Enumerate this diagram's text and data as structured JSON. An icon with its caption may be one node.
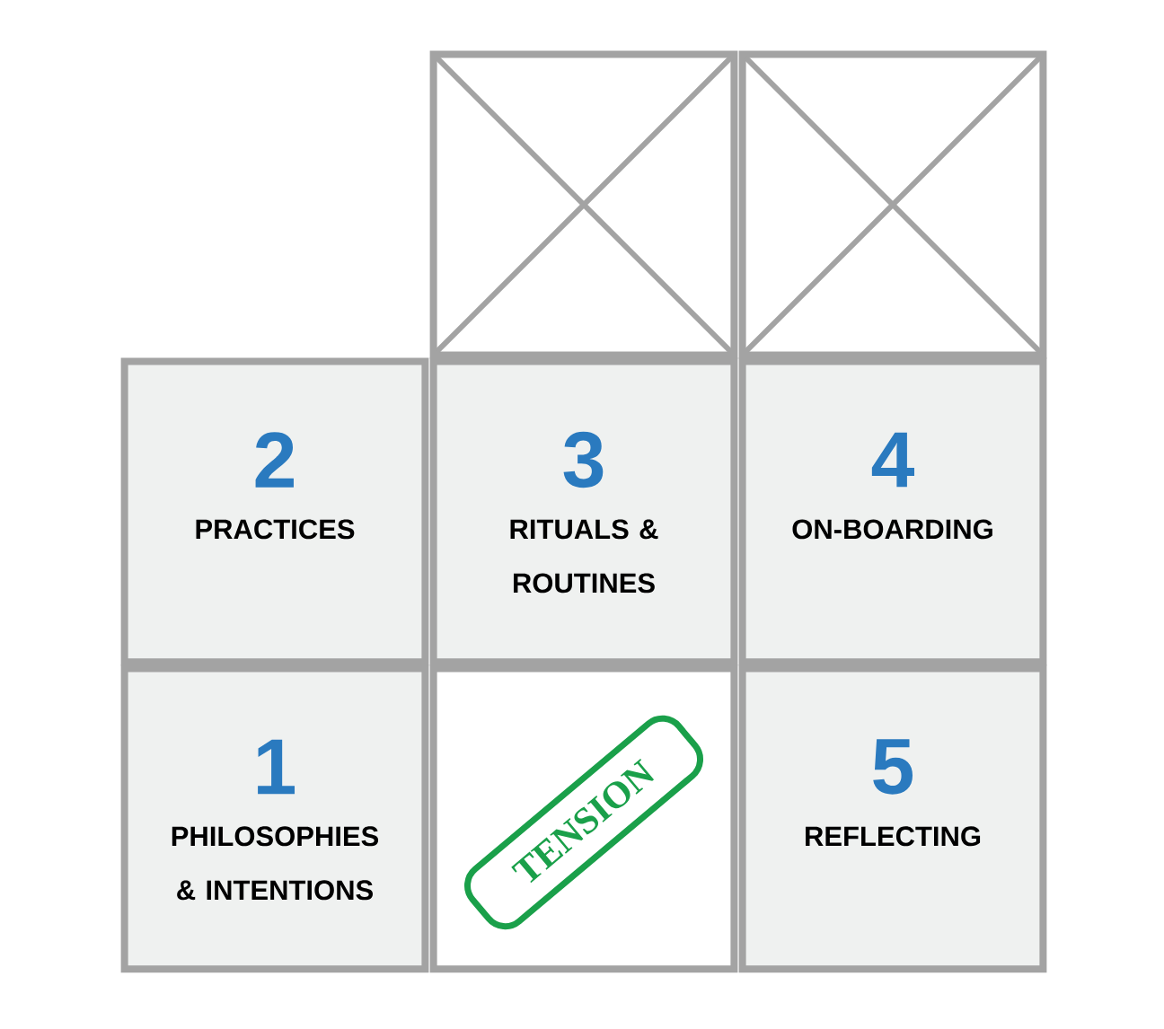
{
  "diagram": {
    "nodes": [
      {
        "text": [],
        "shape": "box"
      },
      {
        "text": [],
        "shape": "box"
      },
      {
        "text": [
          "2",
          "PRACTICES"
        ]
      },
      {
        "text": [
          "3",
          "RITUALS & ROUTINES"
        ]
      },
      {
        "text": [
          "4",
          "ON-BOARDING"
        ]
      },
      {
        "text": [
          "1",
          "PHILOSOPHIES & INTENTIONS"
        ]
      },
      {
        "text": [
          "TENSION"
        ]
      },
      {
        "text": [
          "5",
          "REFLECTING"
        ]
      }
    ]
  }
}
